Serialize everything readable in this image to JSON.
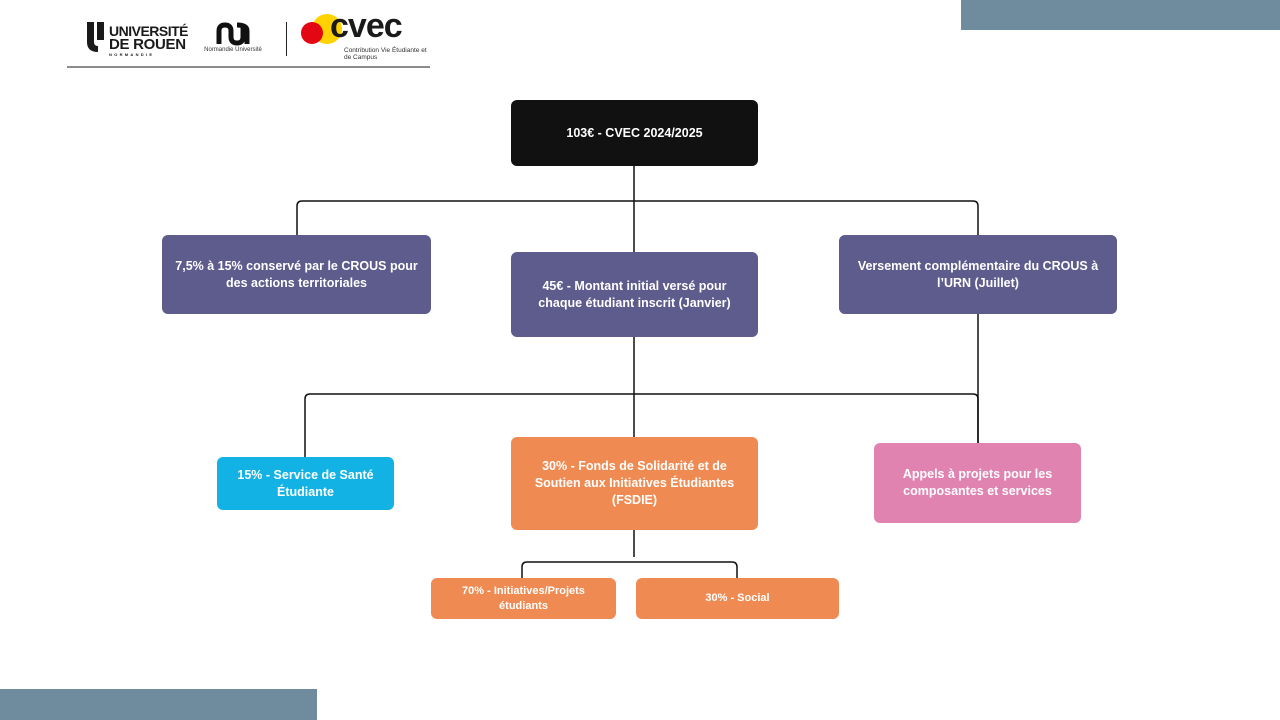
{
  "header": {
    "urn_logo": {
      "line1": "UNIVERSITÉ",
      "line2": "DE ROUEN",
      "line3": "NORMANDIE"
    },
    "nu_logo": {
      "caption": "Normandie Université"
    },
    "cvec_logo": {
      "word": "cvec",
      "caption": "Contribution Vie Étudiante et de Campus"
    }
  },
  "diagram": {
    "root": "103€ - CVEC 2024/2025",
    "level1": {
      "left": "7,5% à 15% conservé par le CROUS pour des actions territoriales",
      "center": "45€ - Montant initial versé pour chaque étudiant inscrit (Janvier)",
      "right": "Versement complémentaire du CROUS à l’URN (Juillet)"
    },
    "level2": {
      "left": "15% - Service de Santé Étudiante",
      "center": "30% - Fonds de Solidarité et de Soutien aux Initiatives Étudiantes (FSDIE)",
      "right": "Appels à projets pour les composantes et services"
    },
    "level3": {
      "left": "70% -  Initiatives/Projets étudiants",
      "right": "30% - Social"
    }
  },
  "colors": {
    "root": "#111111",
    "purple": "#5e5b8d",
    "blue": "#12b3e4",
    "orange": "#ef8b52",
    "pink": "#e083b0",
    "accent_bar": "#6f8c9f"
  }
}
